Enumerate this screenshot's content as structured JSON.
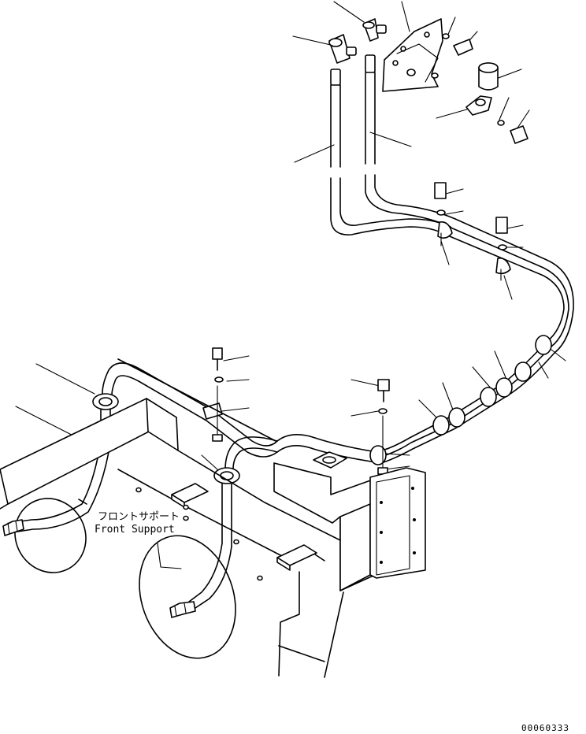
{
  "labels": {
    "front_support_jp": "フロントサポート",
    "front_support_en": "Front Support"
  },
  "drawing_code": "00060333"
}
